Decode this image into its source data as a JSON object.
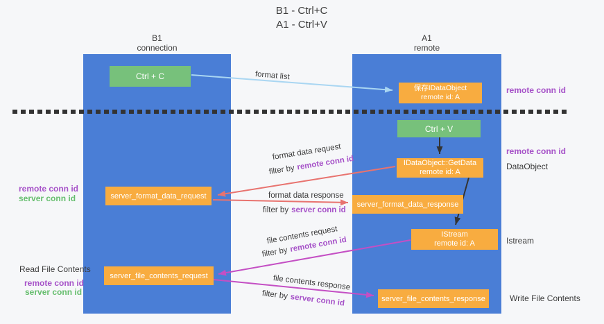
{
  "title": {
    "line1": "B1 - Ctrl+C",
    "line2": "A1 - Ctrl+V"
  },
  "lanes": {
    "b1": {
      "name": "B1",
      "role": "connection"
    },
    "a1": {
      "name": "A1",
      "role": "remote"
    }
  },
  "nodes": {
    "ctrl_c": {
      "label": "Ctrl + C"
    },
    "ctrl_v": {
      "label": "Ctrl + V"
    },
    "save_dataobject": {
      "line1": "保存IDataObject",
      "line2": "remote id: A"
    },
    "getdata": {
      "line1": "IDataObject::GetData",
      "line2": "remote id: A"
    },
    "istream": {
      "line1": "IStream",
      "line2": "remote id: A"
    },
    "server_format_data_request": {
      "label": "server_format_data_request"
    },
    "server_format_data_response": {
      "label": "server_format_data_response"
    },
    "server_file_contents_request": {
      "label": "server_file_contents_request"
    },
    "server_file_contents_response": {
      "label": "server_file_contents_response"
    }
  },
  "arrow_labels": {
    "format_list": "format list",
    "format_data_request": "format data request",
    "format_data_response": "format data response",
    "file_contents_request": "file contents request",
    "file_contents_response": "file contents response",
    "filter_by": "filter by",
    "remote_conn_id": "remote conn id",
    "server_conn_id": "server conn id"
  },
  "side_labels": {
    "remote_conn_id_top_right": "remote conn id",
    "remote_conn_id_mid_right": "remote conn id",
    "dataobject": "DataObject",
    "istream": "Istream",
    "write_file_contents": "Write File Contents",
    "remote_conn_id_left": "remote conn id",
    "server_conn_id_left": "server conn id",
    "read_file_contents": "Read File Contents",
    "remote_conn_id_bottom_left": "remote conn id",
    "server_conn_id_bottom_left": "server conn id"
  },
  "colors": {
    "lifeline_blue": "#4a7ed6",
    "key_green": "#77c17b",
    "message_orange": "#f8ac40",
    "arrow_blue": "#a9d6f2",
    "arrow_red": "#e8736f",
    "arrow_magenta": "#c44fc4",
    "arrow_black": "#333333",
    "text_purple": "#a652c8",
    "text_green": "#66be6e",
    "background": "#f6f7f9"
  }
}
